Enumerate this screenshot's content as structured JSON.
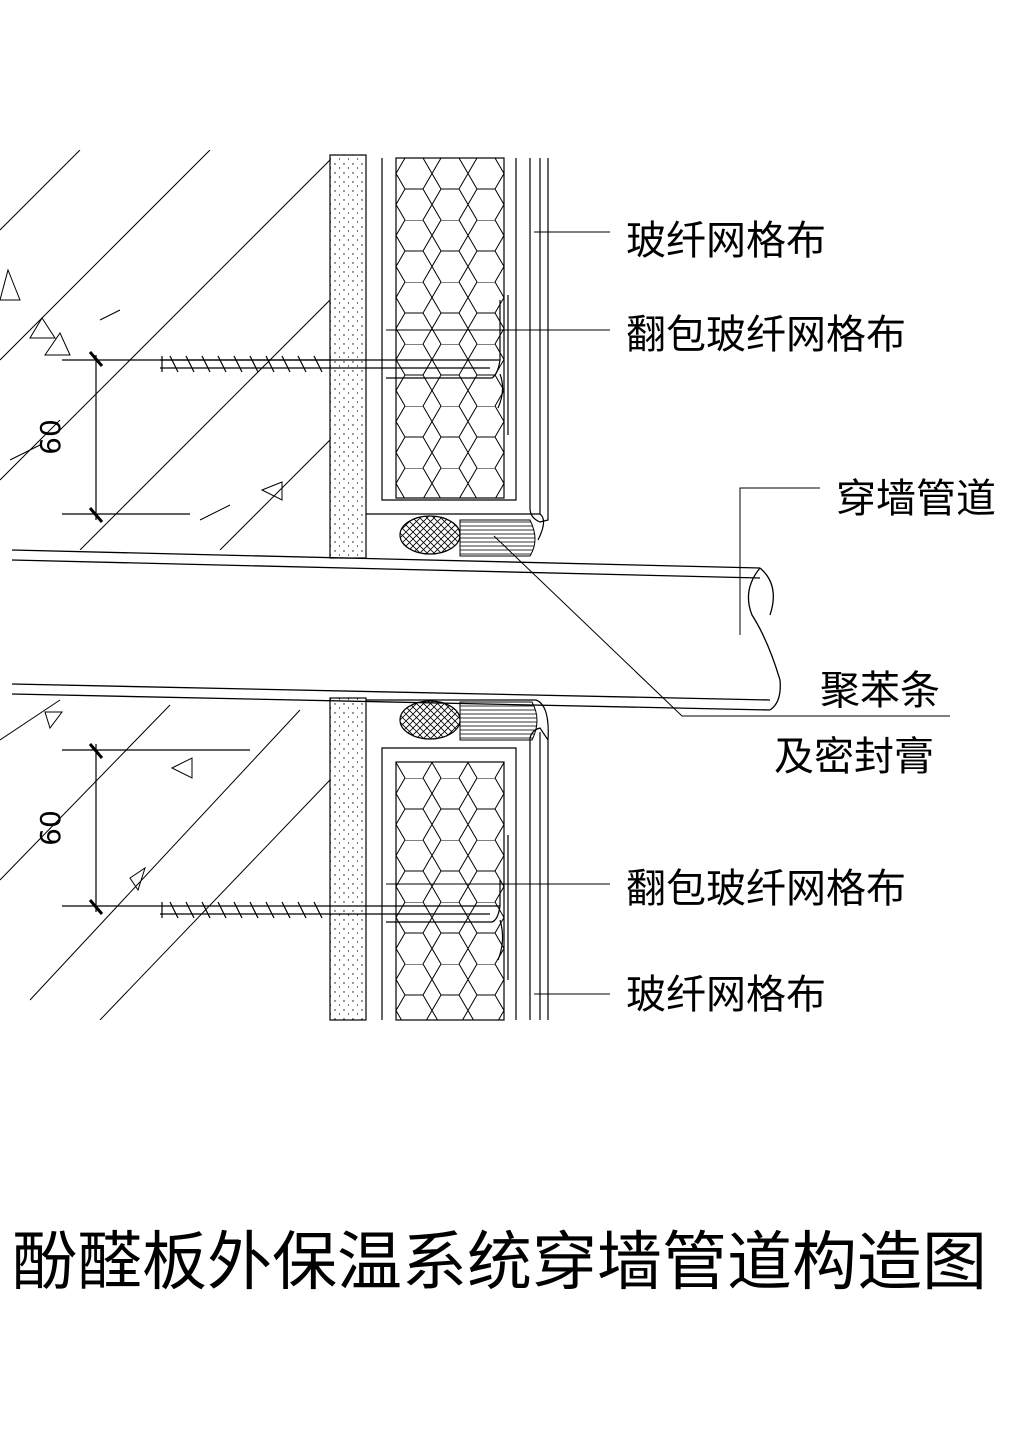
{
  "labels": {
    "fiberglass_mesh": "玻纤网格布",
    "wrapped_fiberglass_mesh": "翻包玻纤网格布",
    "wall_pipe": "穿墙管道",
    "polystyrene_strip": "聚苯条",
    "and_sealant": "及密封膏"
  },
  "dimensions": {
    "upper": "60",
    "lower": "60"
  },
  "title": "酚醛板外保温系统穿墙管道构造图"
}
